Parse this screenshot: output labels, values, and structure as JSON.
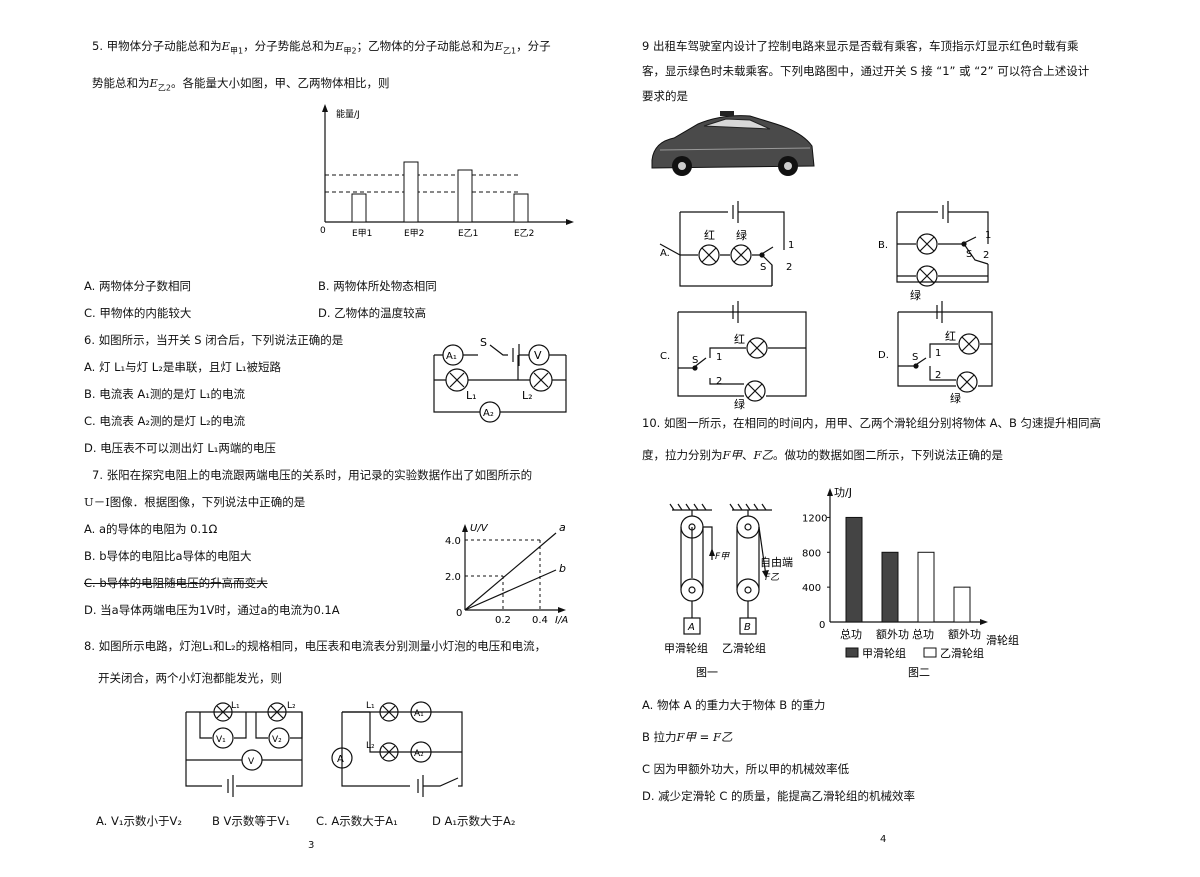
{
  "left": {
    "q5": {
      "line1_a": "5. 甲物体分子动能总和为",
      "line1_b": "，分子势能总和为",
      "line1_c": "；乙物体的分子动能总和为",
      "line1_d": "，分子",
      "line2_a": "势能总和为",
      "line2_b": "。各能量大小如图，甲、乙两物体相比，则",
      "sym_e_jia1": "E",
      "sub_jia1": "甲1",
      "sym_e_jia2": "E",
      "sub_jia2": "甲2",
      "sym_e_yi1": "E",
      "sub_yi1": "乙1",
      "sym_e_yi2": "E",
      "sub_yi2": "乙2",
      "chart_ylabel": "能量/J",
      "chart_origin": "0",
      "bars": [
        {
          "label": "E甲1",
          "level": 0.35
        },
        {
          "label": "E甲2",
          "level": 0.75
        },
        {
          "label": "E乙1",
          "level": 0.65
        },
        {
          "label": "E乙2",
          "level": 0.35
        }
      ],
      "opt_a": "A.  两物体分子数相同",
      "opt_b": "B.  两物体所处物态相同",
      "opt_c": "C.  甲物体的内能较大",
      "opt_d": "D.  乙物体的温度较高"
    },
    "q6": {
      "stem": "6. 如图所示，当开关 S 闭合后，下列说法正确的是",
      "opt_a": "A.  灯 L₁与灯 L₂是串联，且灯 L₁被短路",
      "opt_b": "B.  电流表 A₁测的是灯 L₁的电流",
      "opt_c": "C.  电流表 A₂测的是灯 L₂的电流",
      "opt_d": "D.  电压表不可以测出灯 L₁两端的电压",
      "fig": {
        "a1": "A₁",
        "a2": "A₂",
        "s": "S",
        "v": "V",
        "l1": "L₁",
        "l2": "L₂"
      }
    },
    "q7": {
      "stem1": "7. 张阳在探究电阻上的电流跟两端电压的关系时，用记录的实验数据作出了如图所示的",
      "stem2": "U－I图像．根据图像，下列说法中正确的是",
      "opt_a": "A.  a的导体的电阻为 0.1Ω",
      "opt_b": "B.  b导体的电阻比a导体的电阻大",
      "opt_c": "C.  b导体的电阻随电压的升高而变大",
      "opt_d": "D.  当a导体两端电压为1V时，通过a的电流为0.1A",
      "graph": {
        "ylabel": "U/V",
        "xlabel": "I/A",
        "y_ticks": [
          "4.0",
          "2.0"
        ],
        "x_ticks": [
          "0.2",
          "0.4"
        ],
        "origin": "0",
        "line_a": "a",
        "line_b": "b"
      }
    },
    "q8": {
      "stem1": "8. 如图所示电路，灯泡L₁和L₂的规格相同，电压表和电流表分别测量小灯泡的电压和电流，",
      "stem2": "开关闭合，两个小灯泡都能发光，则",
      "fig": {
        "l1": "L₁",
        "l2": "L₂",
        "v1": "V₁",
        "v2": "V₂",
        "v": "V",
        "a": "A",
        "a1": "A₁",
        "a2": "A₂"
      },
      "opt_a": "A.  V₁示数小于V₂",
      "opt_b": "B  V示数等于V₁",
      "opt_c": "C.  A示数大于A₁",
      "opt_d": "D  A₁示数大于A₂"
    },
    "page_no": "3"
  },
  "right": {
    "q9": {
      "stem1": "9   出租车驾驶室内设计了控制电路来显示是否载有乘客，车顶指示灯显示红色时载有乘",
      "stem2": "客，显示绿色时未载乘客。下列电路图中，通过开关 S 接 “1” 或 “2” 可以符合上述设计",
      "stem3": "要求的是",
      "labels": {
        "a": "A.",
        "b": "B.",
        "c": "C.",
        "d": "D.",
        "red": "红",
        "green": "绿",
        "s": "S",
        "one": "1",
        "two": "2"
      }
    },
    "q10": {
      "stem1": "10.  如图一所示，在相同的时间内，用甲、乙两个滑轮组分别将物体 A、B 匀速提升相同高",
      "stem2_a": "度，拉力分别为",
      "stem2_b": "、",
      "stem2_c": "。做功的数据如图二所示，下列说法正确的是",
      "f_jia": "F甲",
      "f_yi": "F乙",
      "fig1": {
        "block_a": "A",
        "block_b": "B",
        "free_end": "自由端",
        "name_jia": "甲滑轮组",
        "name_yi": "乙滑轮组",
        "caption": "图一",
        "f_jia": "F甲",
        "f_yi": "F乙"
      },
      "opt_a": "A.  物体 A 的重力大于物体 B 的重力",
      "opt_b_a": "B   拉力",
      "opt_b_eq": " = ",
      "opt_c": "C   因为甲额外功大，所以甲的机械效率低",
      "opt_d": "D.  减少定滑轮 C 的质量，能提高乙滑轮组的机械效率"
    },
    "page_no": "4"
  },
  "chart_data": {
    "type": "bar",
    "ylabel": "功/J",
    "xlabel": "滑轮组",
    "categories": [
      "总功",
      "额外功",
      "总功",
      "额外功"
    ],
    "ylim": [
      0,
      1400
    ],
    "yticks": [
      400,
      800,
      1200
    ],
    "origin": "0",
    "series": [
      {
        "name": "甲滑轮组",
        "color": "#444444",
        "bars": [
          {
            "category": 0,
            "value": 1200
          },
          {
            "category": 1,
            "value": 800
          }
        ]
      },
      {
        "name": "乙滑轮组",
        "color": "#ffffff",
        "bars": [
          {
            "category": 2,
            "value": 800
          },
          {
            "category": 3,
            "value": 400
          }
        ]
      }
    ],
    "caption": "图二"
  }
}
